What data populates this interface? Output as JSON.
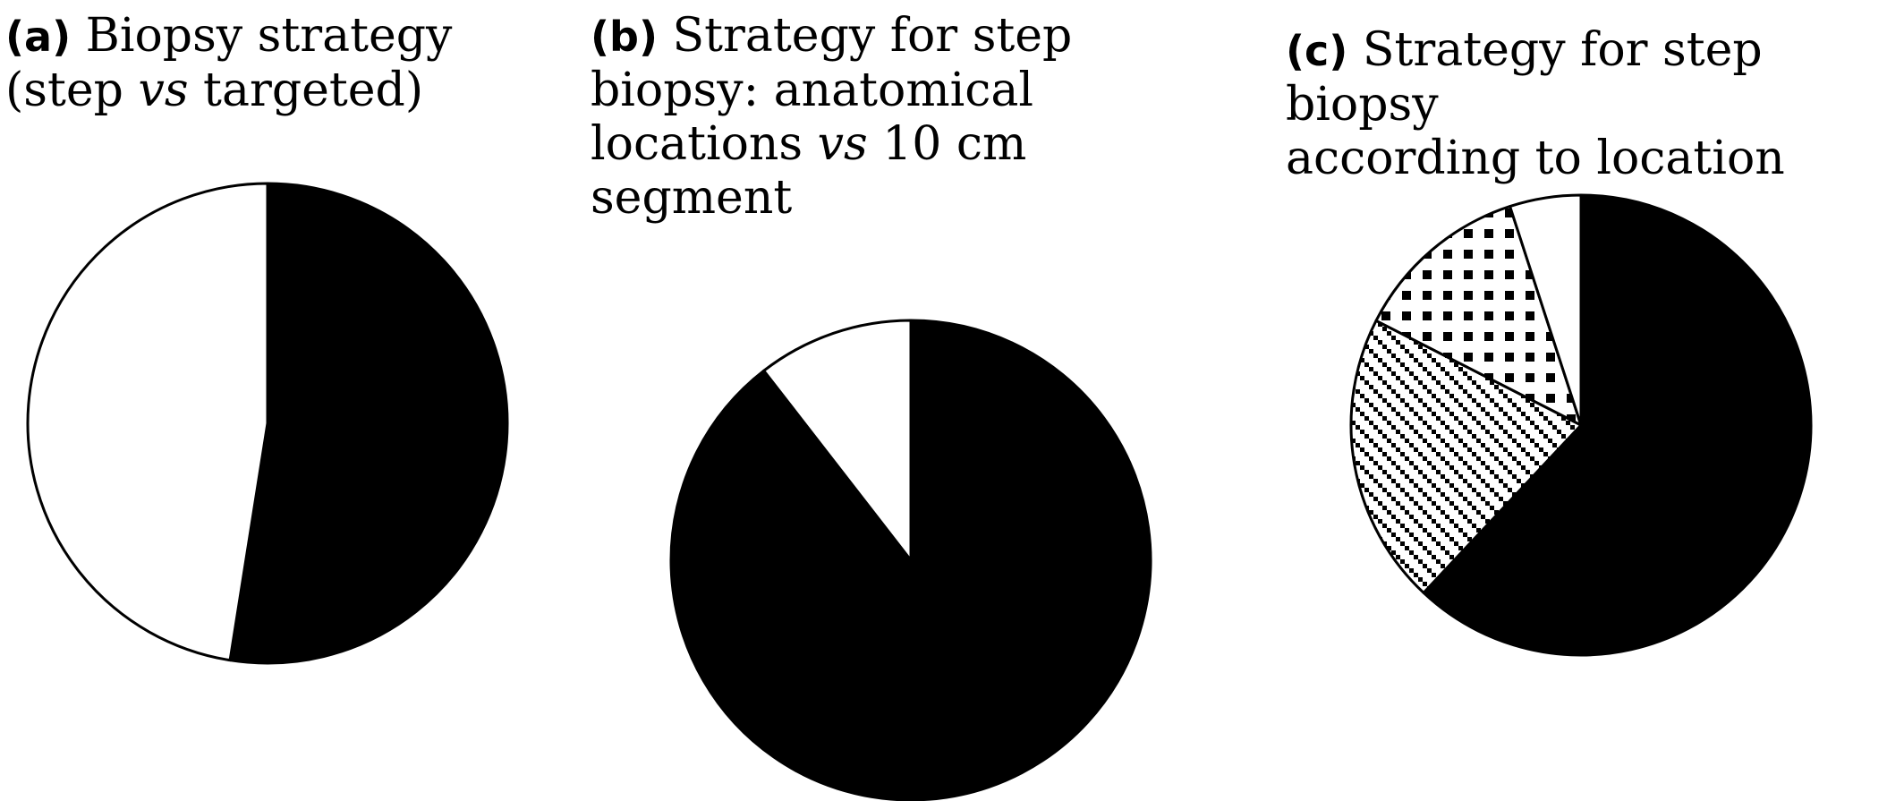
{
  "titles": {
    "a": {
      "letter": "(a)",
      "text": [
        "Biopsy strategy",
        "(step ",
        "vs",
        " targeted)"
      ]
    },
    "b": {
      "letter": "(b)",
      "text": [
        "Strategy for step",
        "biopsy: anatomical",
        "locations ",
        "vs",
        " 10 cm",
        "segment"
      ]
    },
    "c": {
      "letter": "(c)",
      "text": [
        "Strategy for step biopsy",
        "according to location"
      ]
    }
  },
  "chart_data": [
    {
      "type": "pie",
      "title": "(a) Biopsy strategy (step vs targeted)",
      "start_angle_deg": 0,
      "direction": "clockwise",
      "slices": [
        {
          "label": "",
          "value": 52.5,
          "fill": "solid-black"
        },
        {
          "label": "",
          "value": 47.5,
          "fill": "white"
        }
      ]
    },
    {
      "type": "pie",
      "title": "(b) Strategy for step biopsy: anatomical locations vs 10 cm segment",
      "start_angle_deg": 0,
      "direction": "clockwise",
      "slices": [
        {
          "label": "",
          "value": 89.5,
          "fill": "solid-black"
        },
        {
          "label": "",
          "value": 10.5,
          "fill": "white"
        }
      ]
    },
    {
      "type": "pie",
      "title": "(c) Strategy for step biopsy according to location",
      "start_angle_deg": 0,
      "direction": "clockwise",
      "slices": [
        {
          "label": "",
          "value": 62.0,
          "fill": "solid-black"
        },
        {
          "label": "",
          "value": 20.5,
          "fill": "diagonal-dots"
        },
        {
          "label": "",
          "value": 12.5,
          "fill": "checker-squares"
        },
        {
          "label": "",
          "value": 5.0,
          "fill": "white"
        }
      ]
    }
  ]
}
